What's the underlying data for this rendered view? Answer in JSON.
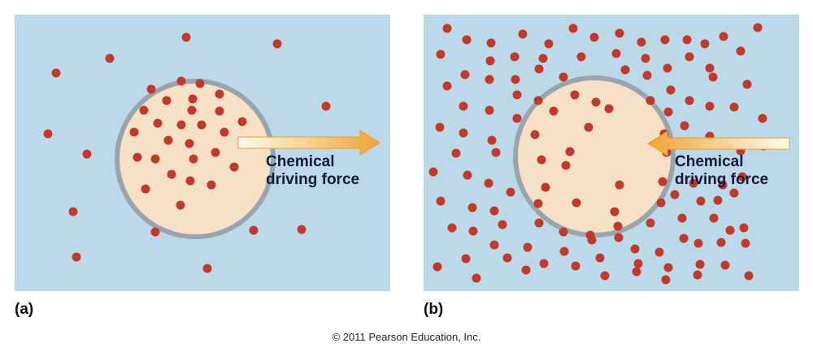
{
  "panels": [
    {
      "label": "(a)",
      "arrow_text_line1": "Chemical",
      "arrow_text_line2": "driving force",
      "arrow_direction": "outward"
    },
    {
      "label": "(b)",
      "arrow_text_line1": "Chemical",
      "arrow_text_line2": "driving force",
      "arrow_direction": "inward"
    }
  ],
  "copyright": "© 2011 Pearson Education, Inc.",
  "colors": {
    "background": "#bcd9e9",
    "cell_fill": "#f7e1c6",
    "membrane": "#9aa4ad",
    "particle": "#c0392b",
    "arrow_start": "#fffbee",
    "arrow_end": "#f0a433"
  }
}
